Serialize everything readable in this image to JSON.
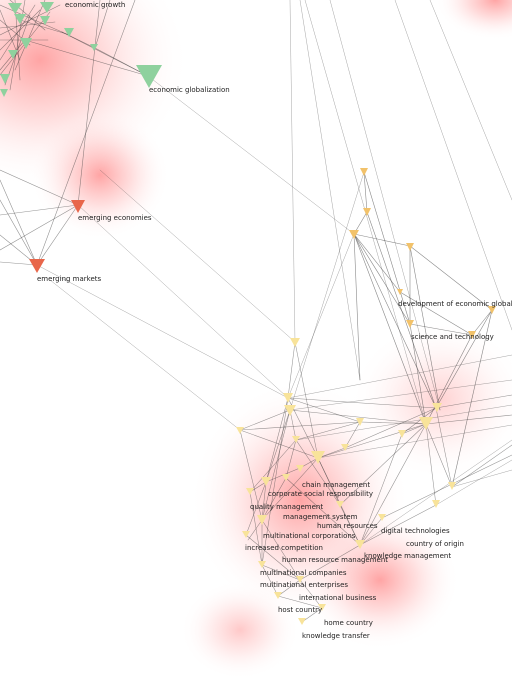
{
  "colors": {
    "background": "#ffffff",
    "glow": "#ff5a5a",
    "edge": "#3a3a3a",
    "cluster_green": "#8fd19e",
    "cluster_orange": "#e8664a",
    "cluster_yellow": "#f8e39a",
    "cluster_gold": "#f2c26a",
    "label": "#222222"
  },
  "labels": {
    "economic_growth": "economic growth",
    "economic_globalization": "economic globalization",
    "emerging_economies": "emerging economies",
    "emerging_markets": "emerging markets",
    "development_of_economic_globalization": "development of economic globalization",
    "science_and_technology": "science and technology",
    "chain_management": "chain management",
    "corporate_social_responsibility": "corporate social responsibility",
    "quality_management": "quality management",
    "management_system": "management system",
    "human_resources": "human resources",
    "multinational_corporations": "multinational corporations",
    "digital_technologies": "digital technologies",
    "country_of_origin": "country of origin",
    "increased_competition": "increased competition",
    "human_resource_management": "human resource management",
    "knowledge_management": "knowledge management",
    "multinational_companies": "multinational companies",
    "multinational_enterprises": "multinational enterprises",
    "international_business": "international business",
    "host_country": "host country",
    "home_country": "home country",
    "knowledge_transfer": "knowledge transfer"
  }
}
